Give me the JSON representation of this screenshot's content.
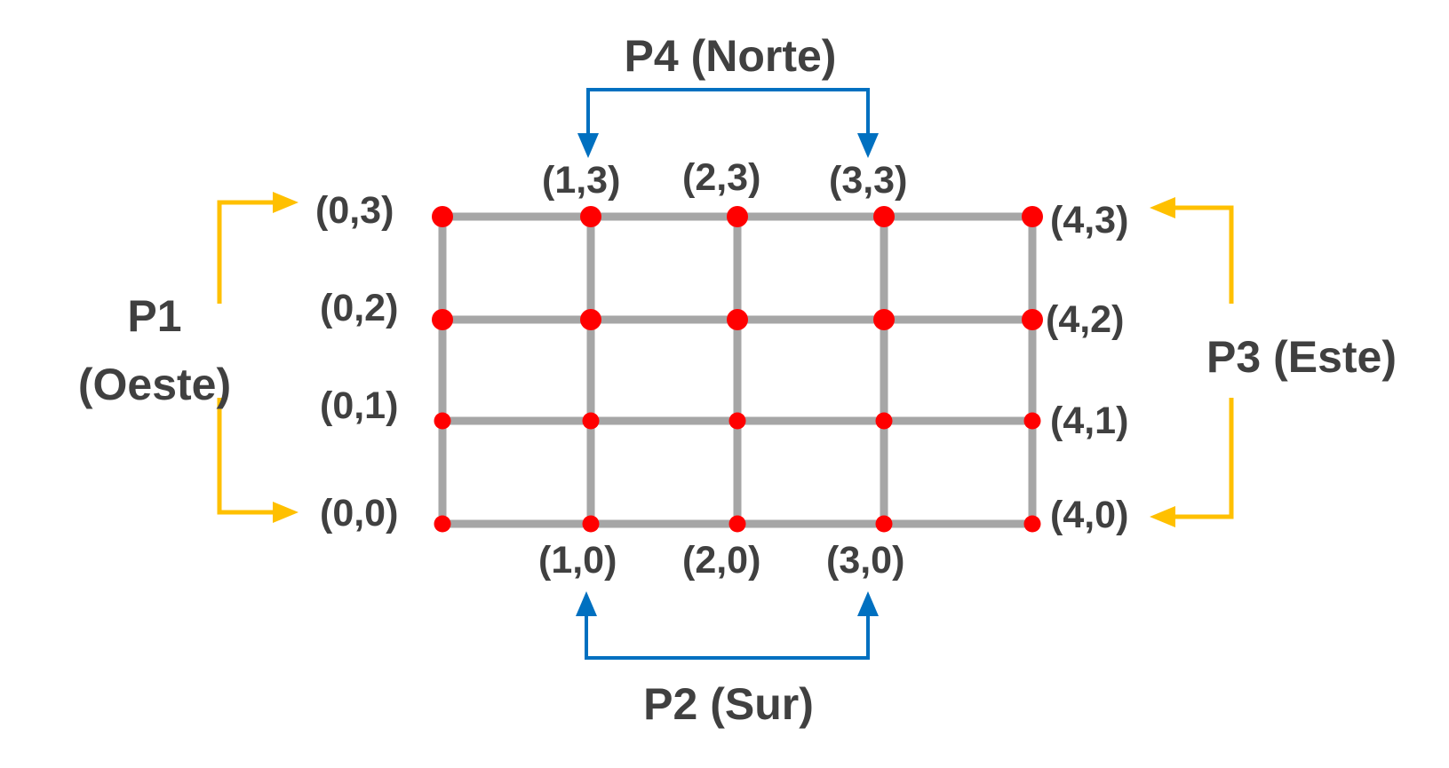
{
  "colors": {
    "grid_line": "#a6a6a6",
    "node": "#ff0000",
    "text": "#404040",
    "bracket_west_east": "#ffc000",
    "bracket_north_south": "#0070c0"
  },
  "grid": {
    "columns": [
      0,
      1,
      2,
      3,
      4
    ],
    "rows": [
      0,
      1,
      2,
      3
    ]
  },
  "labels": {
    "left": [
      "(0,3)",
      "(0,2)",
      "(0,1)",
      "(0,0)"
    ],
    "right": [
      "(4,3)",
      "(4,2)",
      "(4,1)",
      "(4,0)"
    ],
    "top": [
      "(1,3)",
      "(2,3)",
      "(3,3)"
    ],
    "bottom": [
      "(1,0)",
      "(2,0)",
      "(3,0)"
    ]
  },
  "ports": {
    "p1_line1": "P1",
    "p1_line2": "(Oeste)",
    "p2": "P2 (Sur)",
    "p3": "P3 (Este)",
    "p4": "P4 (Norte)"
  }
}
